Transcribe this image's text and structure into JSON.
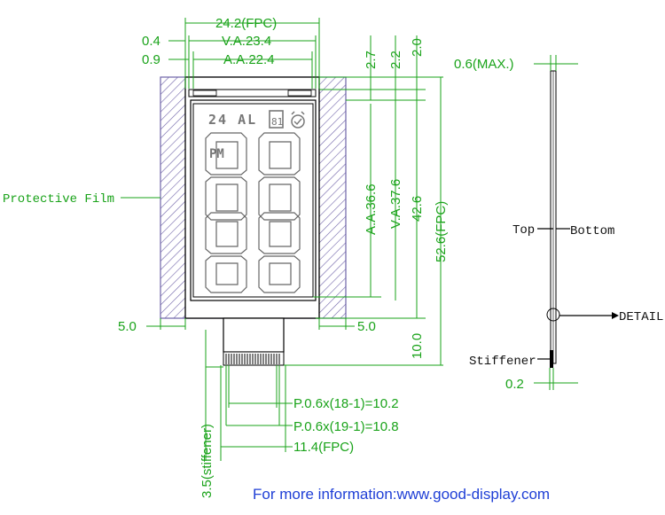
{
  "dimensions": {
    "fpc_width": "24.2(FPC)",
    "va_width": "V.A.23.4",
    "aa_width": "A.A.22.4",
    "left_04": "0.4",
    "left_09": "0.9",
    "top_27": "2.7",
    "top_22": "2.2",
    "top_20": "2.0",
    "thickness": "0.6(MAX.)",
    "aa_height": "A.A.36.6",
    "va_height": "V.A.37.6",
    "h_426": "42.6",
    "fpc_height": "52.6(FPC)",
    "left_50": "5.0",
    "right_50": "5.0",
    "tail_100": "10.0",
    "pitch_18": "P.0.6x(18-1)=10.2",
    "pitch_19": "P.0.6x(19-1)=10.8",
    "fpc_tail_width": "11.4(FPC)",
    "stiffener_35": "3.5(stiffener)",
    "stiffener_thick": "0.2"
  },
  "labels": {
    "protective_film": "Protective Film",
    "top": "Top",
    "bottom": "Bottom",
    "detail": "DETAIL",
    "stiffener": "Stiffener"
  },
  "segment_glyphs": {
    "day_text": "24 AL",
    "pm_text": "PM"
  },
  "footer": "For more information:www.good-display.com",
  "colors": {
    "dimension": "#1aa31a",
    "outline": "#000000",
    "hatch": "#6f63a8",
    "footer": "#1f3fd6"
  }
}
